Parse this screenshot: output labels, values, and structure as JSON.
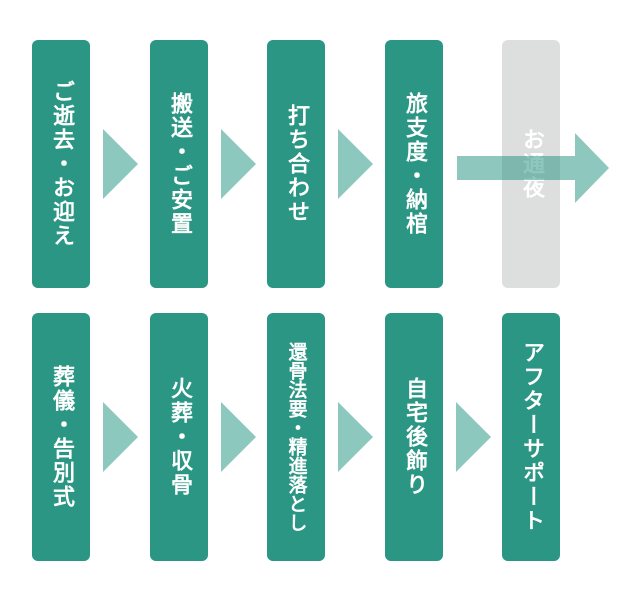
{
  "flow": {
    "row1": [
      {
        "label": "ご逝去・お迎え",
        "active": true
      },
      {
        "label": "搬送・ご安置",
        "active": true
      },
      {
        "label": "打ち合わせ",
        "active": true
      },
      {
        "label": "旅支度・納棺",
        "active": true
      },
      {
        "label": "お通夜",
        "active": false
      }
    ],
    "row2": [
      {
        "label": "葬儀・告別式",
        "active": true
      },
      {
        "label": "火葬・収骨",
        "active": true
      },
      {
        "label": "還骨法要・精進落とし",
        "active": true
      },
      {
        "label": "自宅後飾り",
        "active": true
      },
      {
        "label": "アフターサポート",
        "active": true
      }
    ]
  },
  "colors": {
    "active": "#2a9683",
    "inactive": "#dddede",
    "arrow": "#8cc8bd"
  }
}
